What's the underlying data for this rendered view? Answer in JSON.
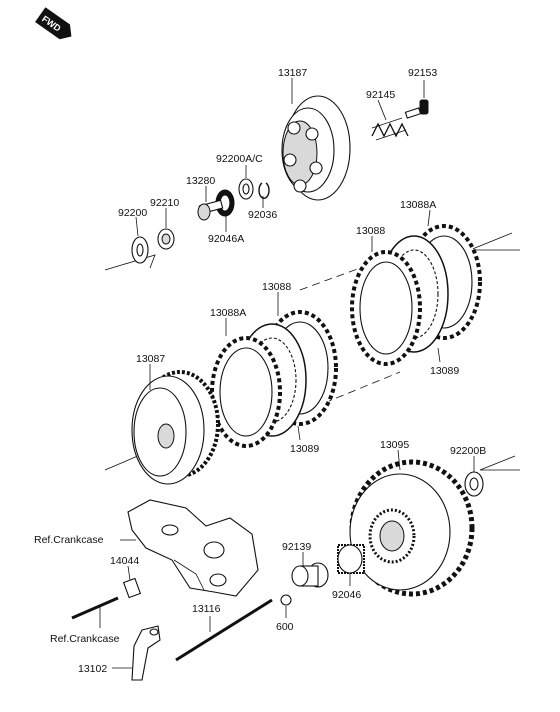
{
  "fwd_badge": "FWD",
  "labels": {
    "p13187": "13187",
    "p92153": "92153",
    "p92145": "92145",
    "p92200ac": "92200A/C",
    "p13280": "13280",
    "p92210": "92210",
    "p92200": "92200",
    "p92036": "92036",
    "p92046a": "92046A",
    "p13088a_top": "13088A",
    "p13088_top": "13088",
    "p13088_mid": "13088",
    "p13088a_mid": "13088A",
    "p13089_right": "13089",
    "p13087": "13087",
    "p13089_left": "13089",
    "p13095": "13095",
    "p92200b": "92200B",
    "ref_crankcase_1": "Ref.Crankcase",
    "p14044": "14044",
    "p92139": "92139",
    "p92046": "92046",
    "ref_crankcase_2": "Ref.Crankcase",
    "p13116": "13116",
    "p600": "600",
    "p13102": "13102"
  }
}
